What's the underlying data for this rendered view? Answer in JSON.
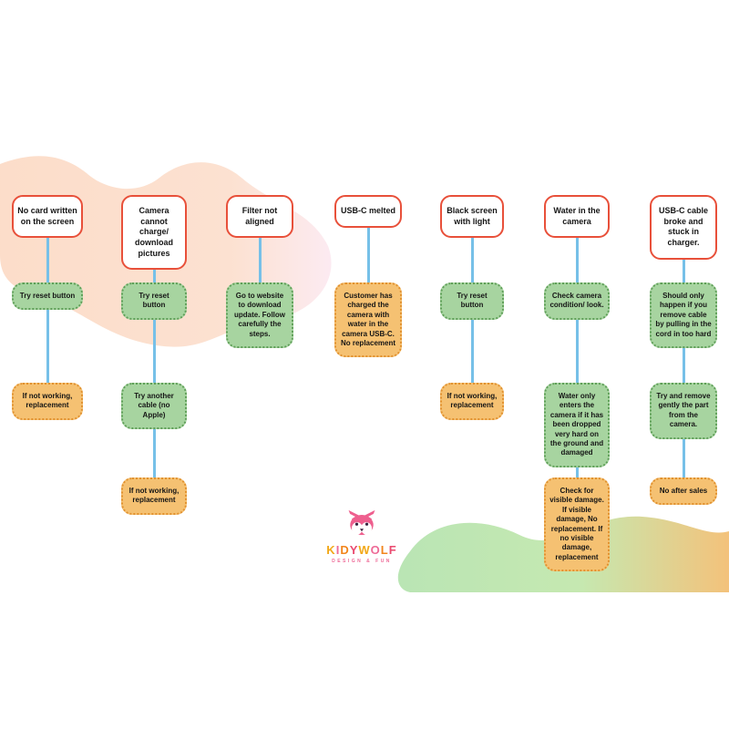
{
  "colors": {
    "problem_border": "#e8503a",
    "step_fill": "#a7d4a0",
    "step_border": "#5f9f58",
    "outcome_fill": "#f5c172",
    "outcome_border": "#e1912f",
    "connector": "#76c0e8",
    "blob_peach": "#fbd9c4",
    "blob_pink": "#fbe7ef",
    "blob_green": "#b2e2ac",
    "blob_orange": "#f2bb6c"
  },
  "columns": [
    {
      "boxes": [
        {
          "type": "problem",
          "text": "No card written on the screen"
        },
        {
          "type": "step",
          "text": "Try reset button"
        },
        {
          "type": "outcome",
          "text": "If not working, replacement"
        }
      ]
    },
    {
      "boxes": [
        {
          "type": "problem",
          "text": "Camera cannot charge/ download pictures"
        },
        {
          "type": "step",
          "text": "Try reset button"
        },
        {
          "type": "step",
          "text": "Try another cable (no Apple)"
        },
        {
          "type": "outcome",
          "text": "If not working, replacement"
        }
      ]
    },
    {
      "boxes": [
        {
          "type": "problem",
          "text": "Filter not aligned"
        },
        {
          "type": "step",
          "text": "Go to website to download update. Follow carefully the steps."
        }
      ]
    },
    {
      "boxes": [
        {
          "type": "problem",
          "text": "USB-C melted"
        },
        {
          "type": "outcome",
          "text": "Customer has charged the camera with water in the camera USB-C. No replacement"
        }
      ]
    },
    {
      "boxes": [
        {
          "type": "problem",
          "text": "Black screen with light"
        },
        {
          "type": "step",
          "text": "Try reset button"
        },
        {
          "type": "outcome",
          "text": "If not working, replacement"
        }
      ]
    },
    {
      "boxes": [
        {
          "type": "problem",
          "text": "Water in the camera"
        },
        {
          "type": "step",
          "text": "Check camera condition/ look."
        },
        {
          "type": "step",
          "text": "Water only enters the camera if it has been dropped very hard on the ground and damaged"
        },
        {
          "type": "outcome",
          "text": "Check for visible damage. If visible damage, No replacement. If no visible damage, replacement"
        }
      ]
    },
    {
      "boxes": [
        {
          "type": "problem",
          "text": "USB-C cable broke and stuck in charger."
        },
        {
          "type": "step",
          "text": "Should only happen if you remove cable by pulling in the cord in too hard"
        },
        {
          "type": "step",
          "text": "Try and remove gently the part from the camera."
        },
        {
          "type": "outcome",
          "text": "No after sales"
        }
      ]
    }
  ],
  "logo": {
    "name": "KIDYWOLF",
    "letters": [
      "K",
      "I",
      "D",
      "Y",
      "W",
      "O",
      "L",
      "F"
    ],
    "tagline": "DESIGN & FUN"
  }
}
